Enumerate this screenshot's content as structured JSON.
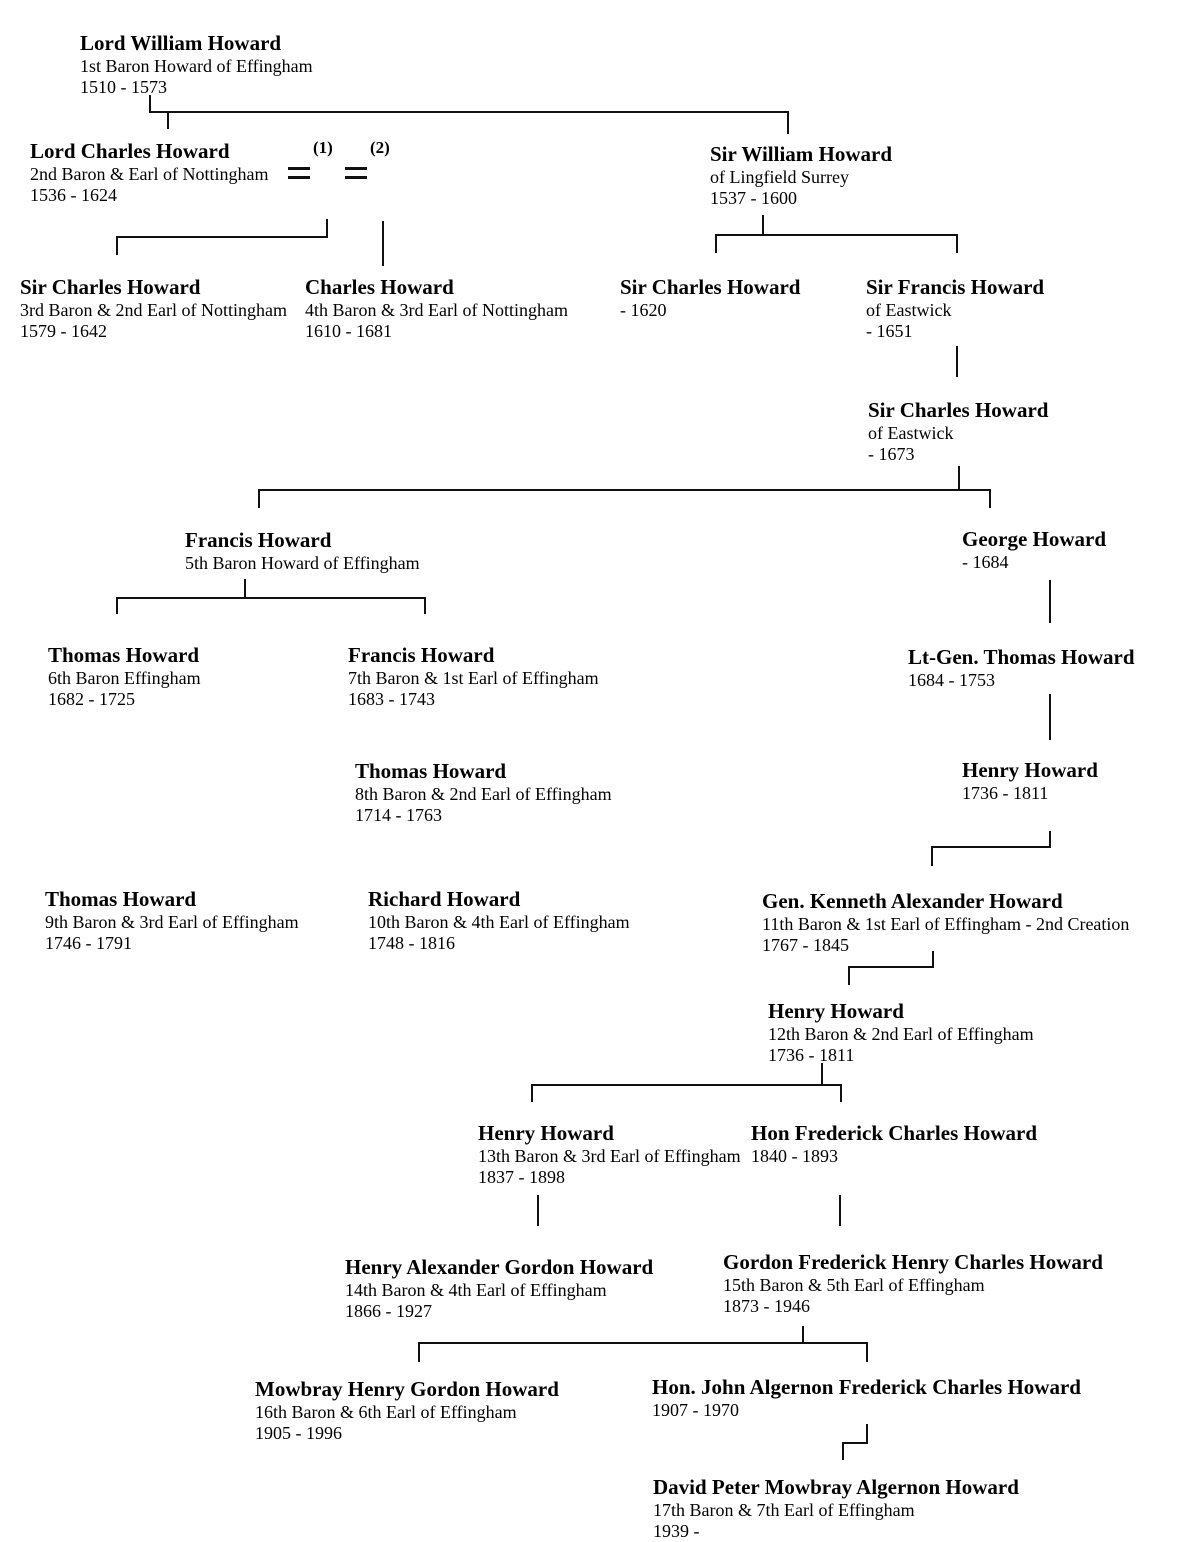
{
  "document": {
    "kind": "genealogy-chart"
  },
  "colors": {
    "background": "#ffffff",
    "line": "#111111",
    "text": "#000000"
  },
  "marriage": {
    "labels": [
      "(1)",
      "(2)"
    ]
  },
  "nodes": [
    {
      "id": "william-1st-baron",
      "name": "Lord William Howard",
      "line2": "1st Baron Howard of Effingham",
      "line3": "1510 - 1573"
    },
    {
      "id": "charles-2nd-baron",
      "name": "Lord Charles Howard",
      "line2": "2nd Baron & Earl of Nottingham",
      "line3": "1536 - 1624"
    },
    {
      "id": "william-lingfield",
      "name": "Sir William Howard",
      "line2": "of Lingfield Surrey",
      "line3": "1537 - 1600"
    },
    {
      "id": "charles-3rd-baron",
      "name": "Sir Charles Howard",
      "line2": "3rd Baron & 2nd Earl of Nottingham",
      "line3": "1579 - 1642"
    },
    {
      "id": "charles-4th-baron",
      "name": "Charles Howard",
      "line2": "4th Baron & 3rd Earl of Nottingham",
      "line3": "1610 - 1681"
    },
    {
      "id": "charles-d1620",
      "name": "Sir Charles Howard",
      "line2": "- 1620"
    },
    {
      "id": "francis-eastwick",
      "name": "Sir Francis Howard",
      "line2": "of Eastwick",
      "line3": "- 1651"
    },
    {
      "id": "charles-eastwick",
      "name": "Sir Charles Howard",
      "line2": "of Eastwick",
      "line3": "- 1673"
    },
    {
      "id": "francis-5th-baron",
      "name": "Francis Howard",
      "line2": "5th Baron Howard of Effingham"
    },
    {
      "id": "george-howard",
      "name": "George Howard",
      "line2": "- 1684"
    },
    {
      "id": "thomas-6th-baron",
      "name": "Thomas Howard",
      "line2": "6th Baron Effingham",
      "line3": "1682 - 1725"
    },
    {
      "id": "francis-7th-baron",
      "name": "Francis Howard",
      "line2": "7th Baron & 1st Earl of Effingham",
      "line3": "1683 - 1743"
    },
    {
      "id": "thomas-lt-gen",
      "name": "Lt-Gen. Thomas Howard",
      "line2": "1684 - 1753"
    },
    {
      "id": "thomas-8th-baron",
      "name": "Thomas Howard",
      "line2": "8th Baron & 2nd Earl of Effingham",
      "line3": "1714 - 1763"
    },
    {
      "id": "henry-1736",
      "name": "Henry Howard",
      "line2": "1736 - 1811"
    },
    {
      "id": "thomas-9th-baron",
      "name": "Thomas Howard",
      "line2": "9th Baron & 3rd Earl of Effingham",
      "line3": "1746 - 1791"
    },
    {
      "id": "richard-10th-baron",
      "name": "Richard Howard",
      "line2": "10th Baron & 4th Earl of Effingham",
      "line3": "1748 - 1816"
    },
    {
      "id": "kenneth-11th-baron",
      "name": "Gen. Kenneth Alexander Howard",
      "line2": "11th Baron & 1st Earl of Effingham - 2nd Creation",
      "line3": "1767 - 1845"
    },
    {
      "id": "henry-12th-baron",
      "name": "Henry Howard",
      "line2": "12th Baron & 2nd Earl of Effingham",
      "line3": "1736 - 1811"
    },
    {
      "id": "henry-13th-baron",
      "name": "Henry Howard",
      "line2": "13th Baron & 3rd Earl of Effingham",
      "line3": "1837 - 1898"
    },
    {
      "id": "frederick-charles",
      "name": "Hon Frederick Charles Howard",
      "line2": "1840 - 1893"
    },
    {
      "id": "henry-14th-baron",
      "name": "Henry Alexander Gordon Howard",
      "line2": "14th Baron & 4th Earl of Effingham",
      "line3": "1866 - 1927"
    },
    {
      "id": "gordon-15th-baron",
      "name": "Gordon Frederick Henry Charles Howard",
      "line2": "15th Baron & 5th Earl of Effingham",
      "line3": "1873 - 1946"
    },
    {
      "id": "mowbray-16th-baron",
      "name": "Mowbray Henry Gordon Howard",
      "line2": "16th Baron & 6th Earl of Effingham",
      "line3": "1905 - 1996"
    },
    {
      "id": "john-algernon",
      "name": "Hon. John Algernon Frederick Charles Howard",
      "line2": "1907 - 1970"
    },
    {
      "id": "david-17th-baron",
      "name": "David Peter Mowbray Algernon Howard",
      "line2": "17th Baron & 7th Earl of Effingham",
      "line3": "1939 -"
    }
  ],
  "edges": [
    {
      "parent": "william-1st-baron",
      "child": "charles-2nd-baron"
    },
    {
      "parent": "william-1st-baron",
      "child": "william-lingfield"
    },
    {
      "parent": "charles-2nd-baron",
      "child": "charles-3rd-baron",
      "marriage": "(1)"
    },
    {
      "parent": "charles-2nd-baron",
      "child": "charles-4th-baron",
      "marriage": "(2)"
    },
    {
      "parent": "william-lingfield",
      "child": "charles-d1620"
    },
    {
      "parent": "william-lingfield",
      "child": "francis-eastwick"
    },
    {
      "parent": "francis-eastwick",
      "child": "charles-eastwick"
    },
    {
      "parent": "charles-eastwick",
      "child": "francis-5th-baron"
    },
    {
      "parent": "charles-eastwick",
      "child": "george-howard"
    },
    {
      "parent": "francis-5th-baron",
      "child": "thomas-6th-baron"
    },
    {
      "parent": "francis-5th-baron",
      "child": "francis-7th-baron"
    },
    {
      "parent": "george-howard",
      "child": "thomas-lt-gen"
    },
    {
      "parent": "thomas-lt-gen",
      "child": "henry-1736"
    },
    {
      "parent": "francis-7th-baron",
      "child": "thomas-8th-baron"
    },
    {
      "parent": "thomas-8th-baron",
      "child": "thomas-9th-baron"
    },
    {
      "parent": "thomas-8th-baron",
      "child": "richard-10th-baron"
    },
    {
      "parent": "henry-1736",
      "child": "kenneth-11th-baron"
    },
    {
      "parent": "kenneth-11th-baron",
      "child": "henry-12th-baron"
    },
    {
      "parent": "henry-12th-baron",
      "child": "henry-13th-baron"
    },
    {
      "parent": "henry-12th-baron",
      "child": "frederick-charles"
    },
    {
      "parent": "henry-13th-baron",
      "child": "henry-14th-baron"
    },
    {
      "parent": "frederick-charles",
      "child": "gordon-15th-baron"
    },
    {
      "parent": "gordon-15th-baron",
      "child": "mowbray-16th-baron"
    },
    {
      "parent": "gordon-15th-baron",
      "child": "john-algernon"
    },
    {
      "parent": "john-algernon",
      "child": "david-17th-baron"
    }
  ]
}
